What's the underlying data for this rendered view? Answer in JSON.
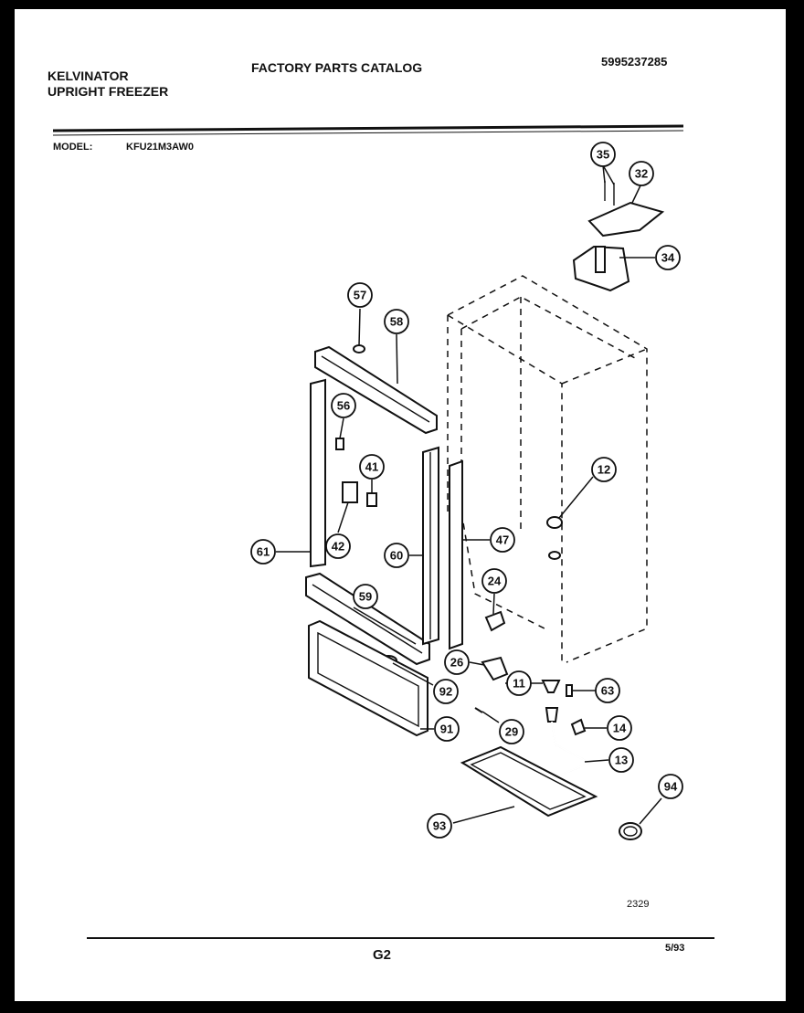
{
  "header": {
    "brand_line1": "KELVINATOR",
    "brand_line2": "UPRIGHT FREEZER",
    "title": "FACTORY PARTS CATALOG",
    "part_number": "5995237285"
  },
  "model": {
    "label": "MODEL:",
    "value": "KFU21M3AW0"
  },
  "callouts": [
    "35",
    "32",
    "34",
    "57",
    "58",
    "56",
    "41",
    "12",
    "42",
    "61",
    "60",
    "47",
    "24",
    "59",
    "26",
    "92",
    "11",
    "63",
    "91",
    "29",
    "14",
    "13",
    "94",
    "93"
  ],
  "footer": {
    "figure_number": "2329",
    "page_code": "G2",
    "date": "5/93"
  }
}
